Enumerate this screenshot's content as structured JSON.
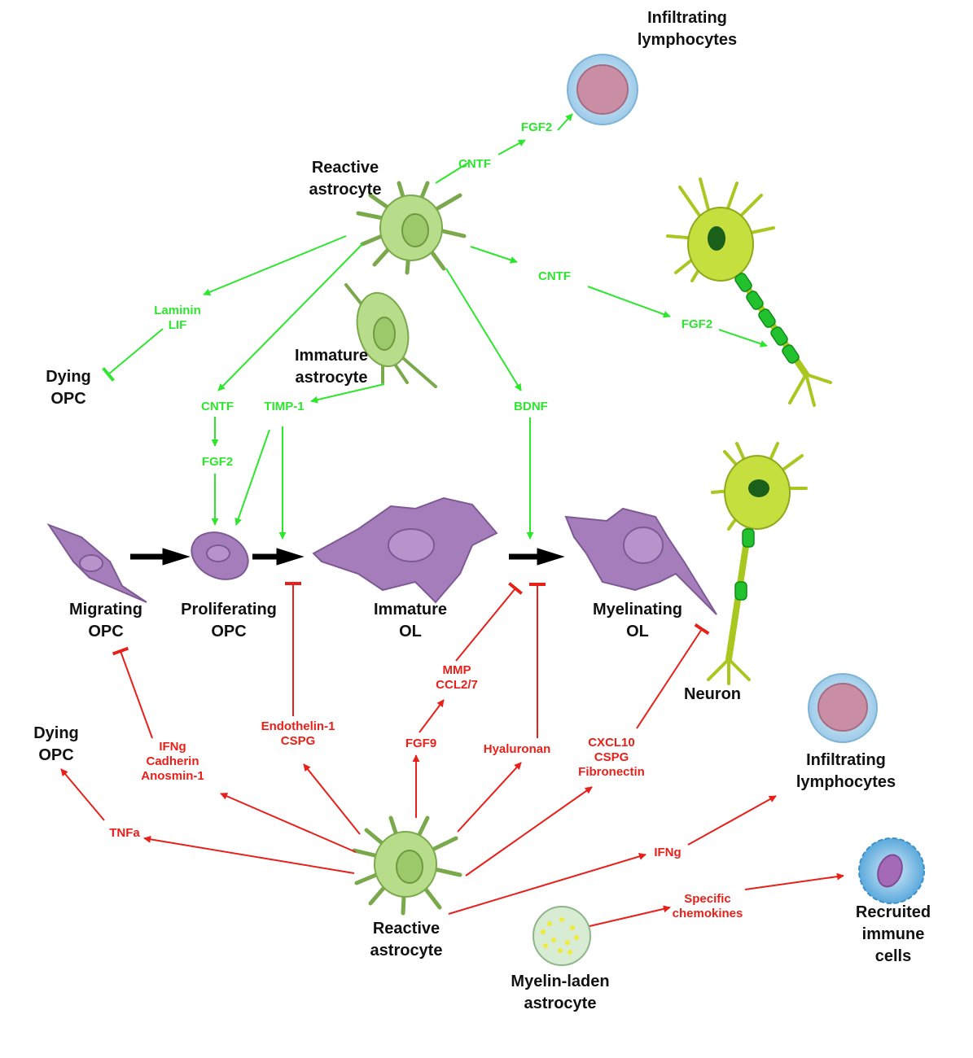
{
  "colors": {
    "promote": "#2ee62e",
    "inhibit": "#e8201a",
    "stage": "#000000",
    "astrocyte": "#9fcf6a",
    "opc": "#9a6fb0",
    "neuron": "#a8c820",
    "lymphocyte": "#b5d9ef"
  },
  "cells": {
    "reactive_astrocyte_top": [
      "Reactive",
      "astrocyte"
    ],
    "immature_astrocyte": [
      "Immature",
      "astrocyte"
    ],
    "infiltrating_top": [
      "Infiltrating",
      "lymphocytes"
    ],
    "dying_opc_top": [
      "Dying",
      "OPC"
    ],
    "dying_opc_bottom": [
      "Dying",
      "OPC"
    ],
    "migrating_opc": [
      "Migrating",
      "OPC"
    ],
    "proliferating_opc": [
      "Proliferating",
      "OPC"
    ],
    "immature_ol": [
      "Immature",
      "OL"
    ],
    "myelinating_ol": [
      "Myelinating",
      "OL"
    ],
    "neuron": "Neuron",
    "infiltrating_bottom": [
      "Infiltrating",
      "lymphocytes"
    ],
    "reactive_astrocyte_bottom": [
      "Reactive",
      "astrocyte"
    ],
    "myelin_laden": [
      "Myelin-laden",
      "astrocyte"
    ],
    "recruited_immune": [
      "Recruited",
      "immune",
      "cells"
    ]
  },
  "signals": {
    "fgf2_lymph": "FGF2",
    "cntf_lymph": "CNTF",
    "cntf_neuron": "CNTF",
    "fgf2_neuron": "FGF2",
    "laminin_lif": [
      "Laminin",
      "LIF"
    ],
    "cntf_prolif": "CNTF",
    "fgf2_prolif": "FGF2",
    "timp1": "TIMP-1",
    "bdnf": "BDNF",
    "mmp_ccl": [
      "MMP",
      "CCL2/7"
    ],
    "ifng_cadherin": [
      "IFNg",
      "Cadherin",
      "Anosmin-1"
    ],
    "endothelin_cspg": [
      "Endothelin-1",
      "CSPG"
    ],
    "fgf9": "FGF9",
    "hyaluronan": "Hyaluronan",
    "cxcl10": [
      "CXCL10",
      "CSPG",
      "Fibronectin"
    ],
    "tnfa": "TNFa",
    "ifng_lymph": "IFNg",
    "chemokines": [
      "Specific",
      "chemokines"
    ]
  }
}
